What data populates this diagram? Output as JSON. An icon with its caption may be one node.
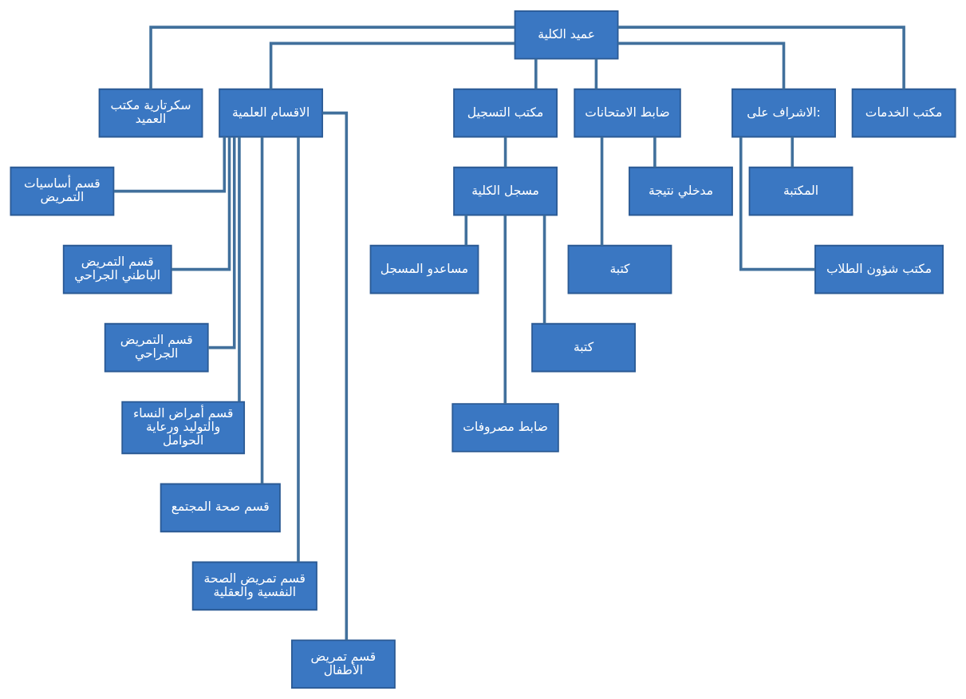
{
  "diagram": {
    "nodes": [
      {
        "text": [
          "عميد الكلية"
        ]
      },
      {
        "text": [
          "سكرتارية مكتب العميد"
        ]
      },
      {
        "text": [
          "الاقسام العلمية"
        ]
      },
      {
        "text": [
          "مكتب التسجيل"
        ]
      },
      {
        "text": [
          "ضابط الامتحانات"
        ]
      },
      {
        "text": [
          "الاشراف على:"
        ]
      },
      {
        "text": [
          "مكتب الخدمات"
        ]
      },
      {
        "text": [
          "قسم أساسيات التمريض"
        ]
      },
      {
        "text": [
          "قسم التمريض الباطني الجراحي"
        ]
      },
      {
        "text": [
          "قسم التمريض الجراحي"
        ]
      },
      {
        "text": [
          "قسم أمراض النساء والتوليد ورعاية الحوامل"
        ]
      },
      {
        "text": [
          "قسم صحة المجتمع"
        ]
      },
      {
        "text": [
          "قسم تمريض الصحة النفسية والعقلية"
        ]
      },
      {
        "text": [
          "قسم تمريض الأطفال"
        ]
      },
      {
        "text": [
          "مسجل الكلية"
        ]
      },
      {
        "text": [
          "مساعدو المسجل"
        ]
      },
      {
        "text": [
          "كتبة"
        ]
      },
      {
        "text": [
          "ضابط مصروفات"
        ]
      },
      {
        "text": [
          "مدخلي نتيجة"
        ]
      },
      {
        "text": [
          "كتبة"
        ]
      },
      {
        "text": [
          "المكتبة"
        ]
      },
      {
        "text": [
          "مكتب شؤون الطلاب"
        ]
      }
    ],
    "edges": [
      {
        "from": 0,
        "to": 1,
        "arrow": "none"
      },
      {
        "from": 0,
        "to": 2,
        "arrow": "none"
      },
      {
        "from": 0,
        "to": 3,
        "arrow": "none"
      },
      {
        "from": 0,
        "to": 4,
        "arrow": "none"
      },
      {
        "from": 0,
        "to": 5,
        "arrow": "none"
      },
      {
        "from": 0,
        "to": 6,
        "arrow": "none"
      },
      {
        "from": 2,
        "to": 7,
        "arrow": "none"
      },
      {
        "from": 2,
        "to": 8,
        "arrow": "none"
      },
      {
        "from": 2,
        "to": 9,
        "arrow": "none"
      },
      {
        "from": 2,
        "to": 10,
        "arrow": "none"
      },
      {
        "from": 2,
        "to": 11,
        "arrow": "none"
      },
      {
        "from": 2,
        "to": 12,
        "arrow": "none"
      },
      {
        "from": 2,
        "to": 13,
        "arrow": "none"
      },
      {
        "from": 3,
        "to": 14,
        "arrow": "none"
      },
      {
        "from": 14,
        "to": 15,
        "arrow": "none"
      },
      {
        "from": 14,
        "to": 19,
        "arrow": "none"
      },
      {
        "from": 14,
        "to": 17,
        "arrow": "none"
      },
      {
        "from": 4,
        "to": 18,
        "arrow": "none"
      },
      {
        "from": 4,
        "to": 16,
        "arrow": "none"
      },
      {
        "from": 5,
        "to": 20,
        "arrow": "none"
      },
      {
        "from": 5,
        "to": 21,
        "arrow": "none"
      }
    ]
  }
}
